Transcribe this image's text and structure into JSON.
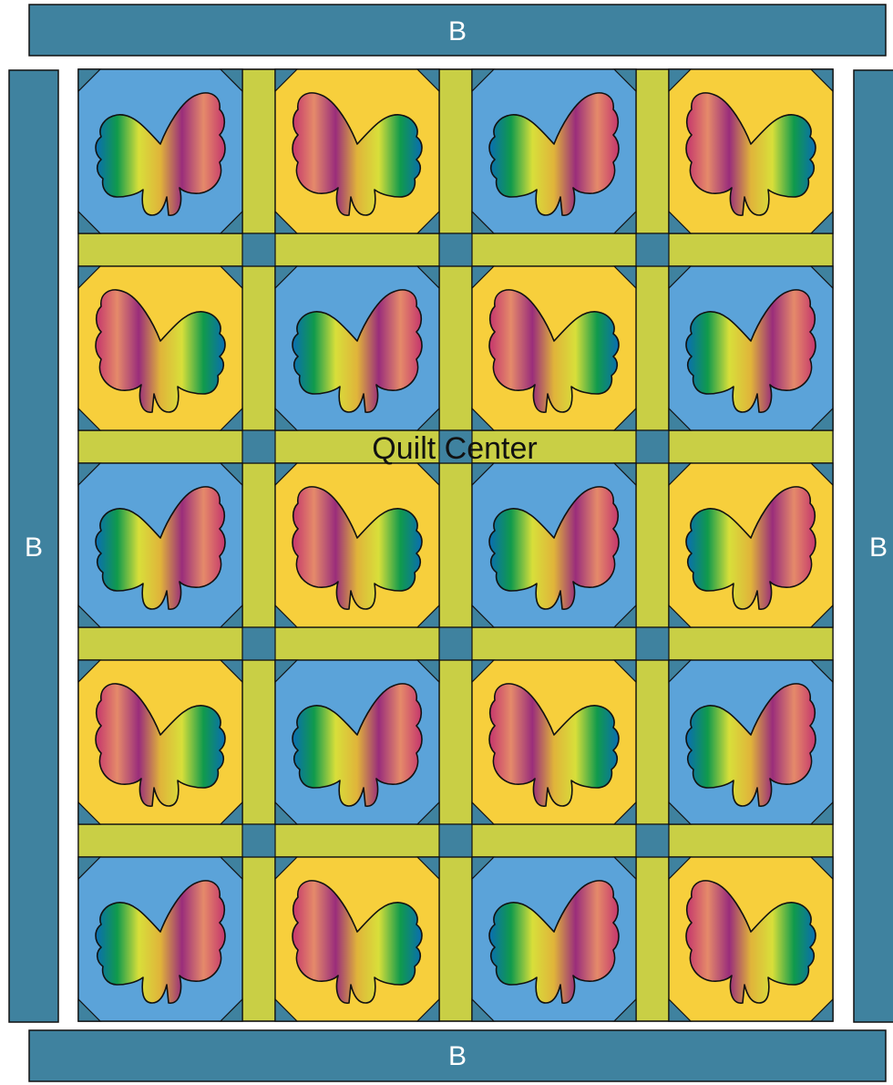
{
  "labels": {
    "border_top": "B",
    "border_bottom": "B",
    "border_left": "B",
    "border_right": "B",
    "quilt_center": "Quilt Center"
  },
  "colors": {
    "border": "#3f829f",
    "sashing": "#c9cf45",
    "cornerstone": "#3f829f",
    "block_blue": "#5ba3d9",
    "block_yellow": "#f7cf3c",
    "corner_triangle": "#3f829f",
    "outline": "#111111",
    "rainbow_stops": [
      "#0a6db3",
      "#109a4c",
      "#d8df3a",
      "#e0b43a",
      "#9a2d7b",
      "#e58a6a",
      "#c4356c"
    ]
  },
  "quilt": {
    "rows": 5,
    "cols": 4,
    "block_backgrounds": [
      [
        "blue",
        "yellow",
        "blue",
        "yellow"
      ],
      [
        "yellow",
        "blue",
        "yellow",
        "blue"
      ],
      [
        "blue",
        "yellow",
        "blue",
        "yellow"
      ],
      [
        "yellow",
        "blue",
        "yellow",
        "blue"
      ],
      [
        "blue",
        "yellow",
        "blue",
        "yellow"
      ]
    ],
    "butterfly_facing": [
      [
        "right",
        "left",
        "right",
        "left"
      ],
      [
        "left",
        "right",
        "left",
        "right"
      ],
      [
        "right",
        "left",
        "right",
        "right"
      ],
      [
        "left",
        "right",
        "left",
        "right"
      ],
      [
        "right",
        "left",
        "right",
        "left"
      ]
    ]
  }
}
